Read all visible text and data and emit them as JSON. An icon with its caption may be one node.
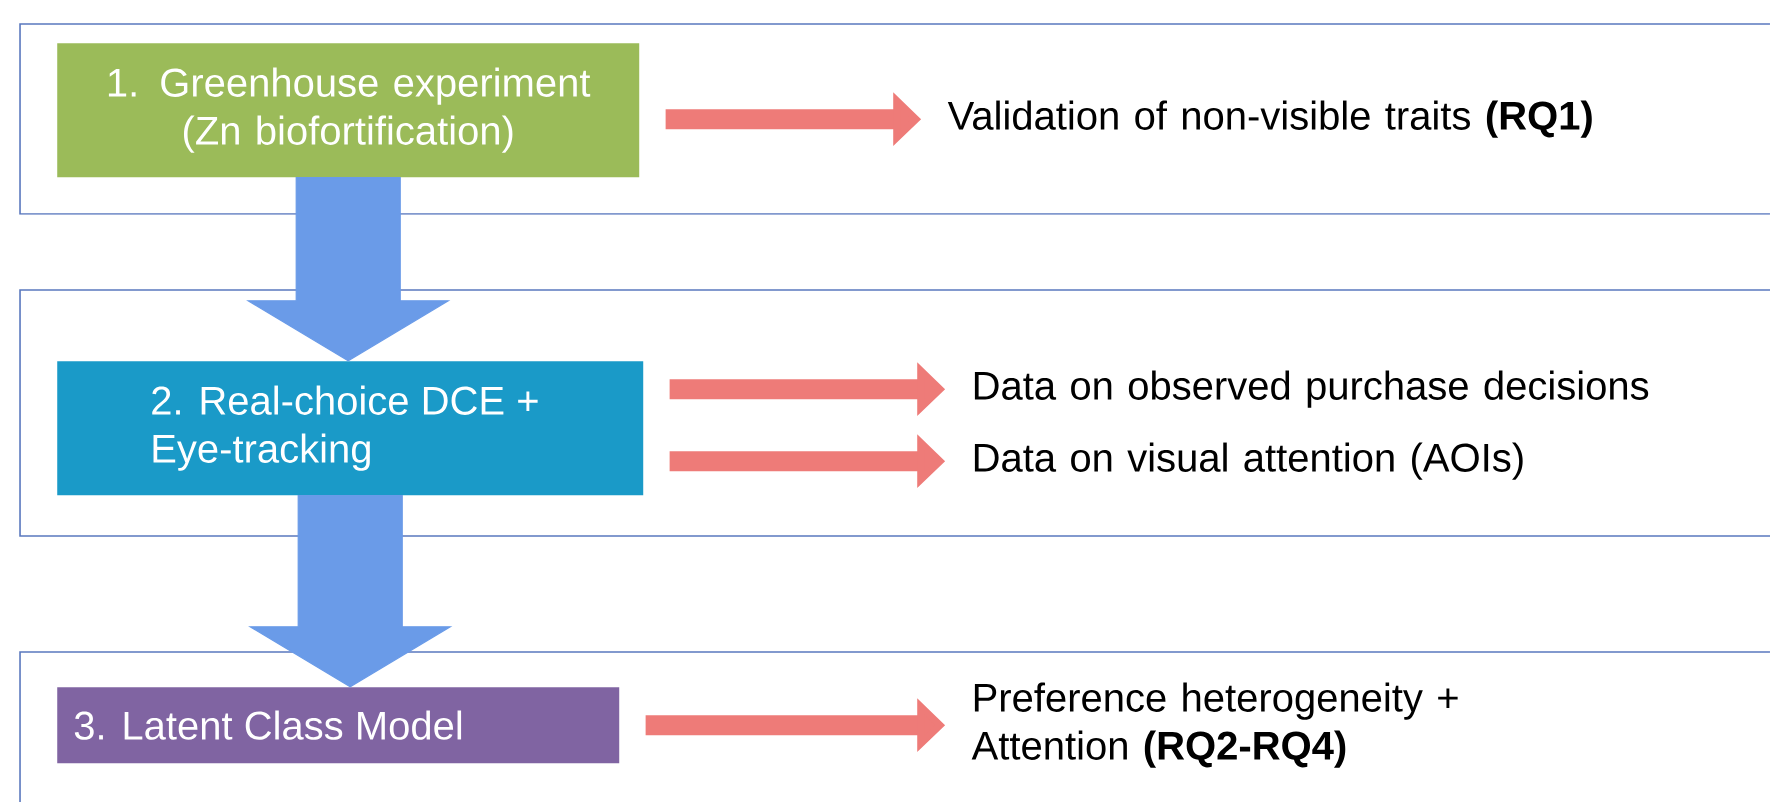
{
  "diagram": {
    "nodes": [
      {
        "text": [],
        "shape": "box"
      },
      {
        "text": [
          "1. Greenhouse experiment (Zn biofortification)"
        ],
        "in": 0
      },
      {
        "text": [
          "Validation of non-visible traits **(RQ1)**"
        ],
        "in": 0
      },
      {
        "text": [],
        "shape": "box"
      },
      {
        "text": [
          "2. Real-choice DCE + Eye-tracking"
        ],
        "in": 3
      },
      {
        "text": [
          "Data on observed purchase decisions"
        ],
        "in": 3
      },
      {
        "text": [
          "Data on visual attention (AOIs)"
        ],
        "in": 3
      },
      {
        "text": [],
        "shape": "box"
      },
      {
        "text": [
          "3. Latent Class Model"
        ],
        "in": 7
      },
      {
        "text": [
          "Preference heterogeneity + Attention **(RQ2-RQ4)**"
        ],
        "in": 7
      }
    ],
    "edges": [
      {
        "from": 1,
        "to": 2,
        "arrow": "to"
      },
      {
        "from": 1,
        "to": 4,
        "arrow": "to",
        "style": "thick",
        "color": "#6a9be8"
      },
      {
        "from": 4,
        "to": 5,
        "arrow": "to"
      },
      {
        "from": 4,
        "to": 6,
        "arrow": "to"
      },
      {
        "from": 4,
        "to": 8,
        "arrow": "to",
        "style": "thick",
        "color": "#6a9be8"
      },
      {
        "from": 8,
        "to": 9,
        "arrow": "to"
      }
    ]
  }
}
